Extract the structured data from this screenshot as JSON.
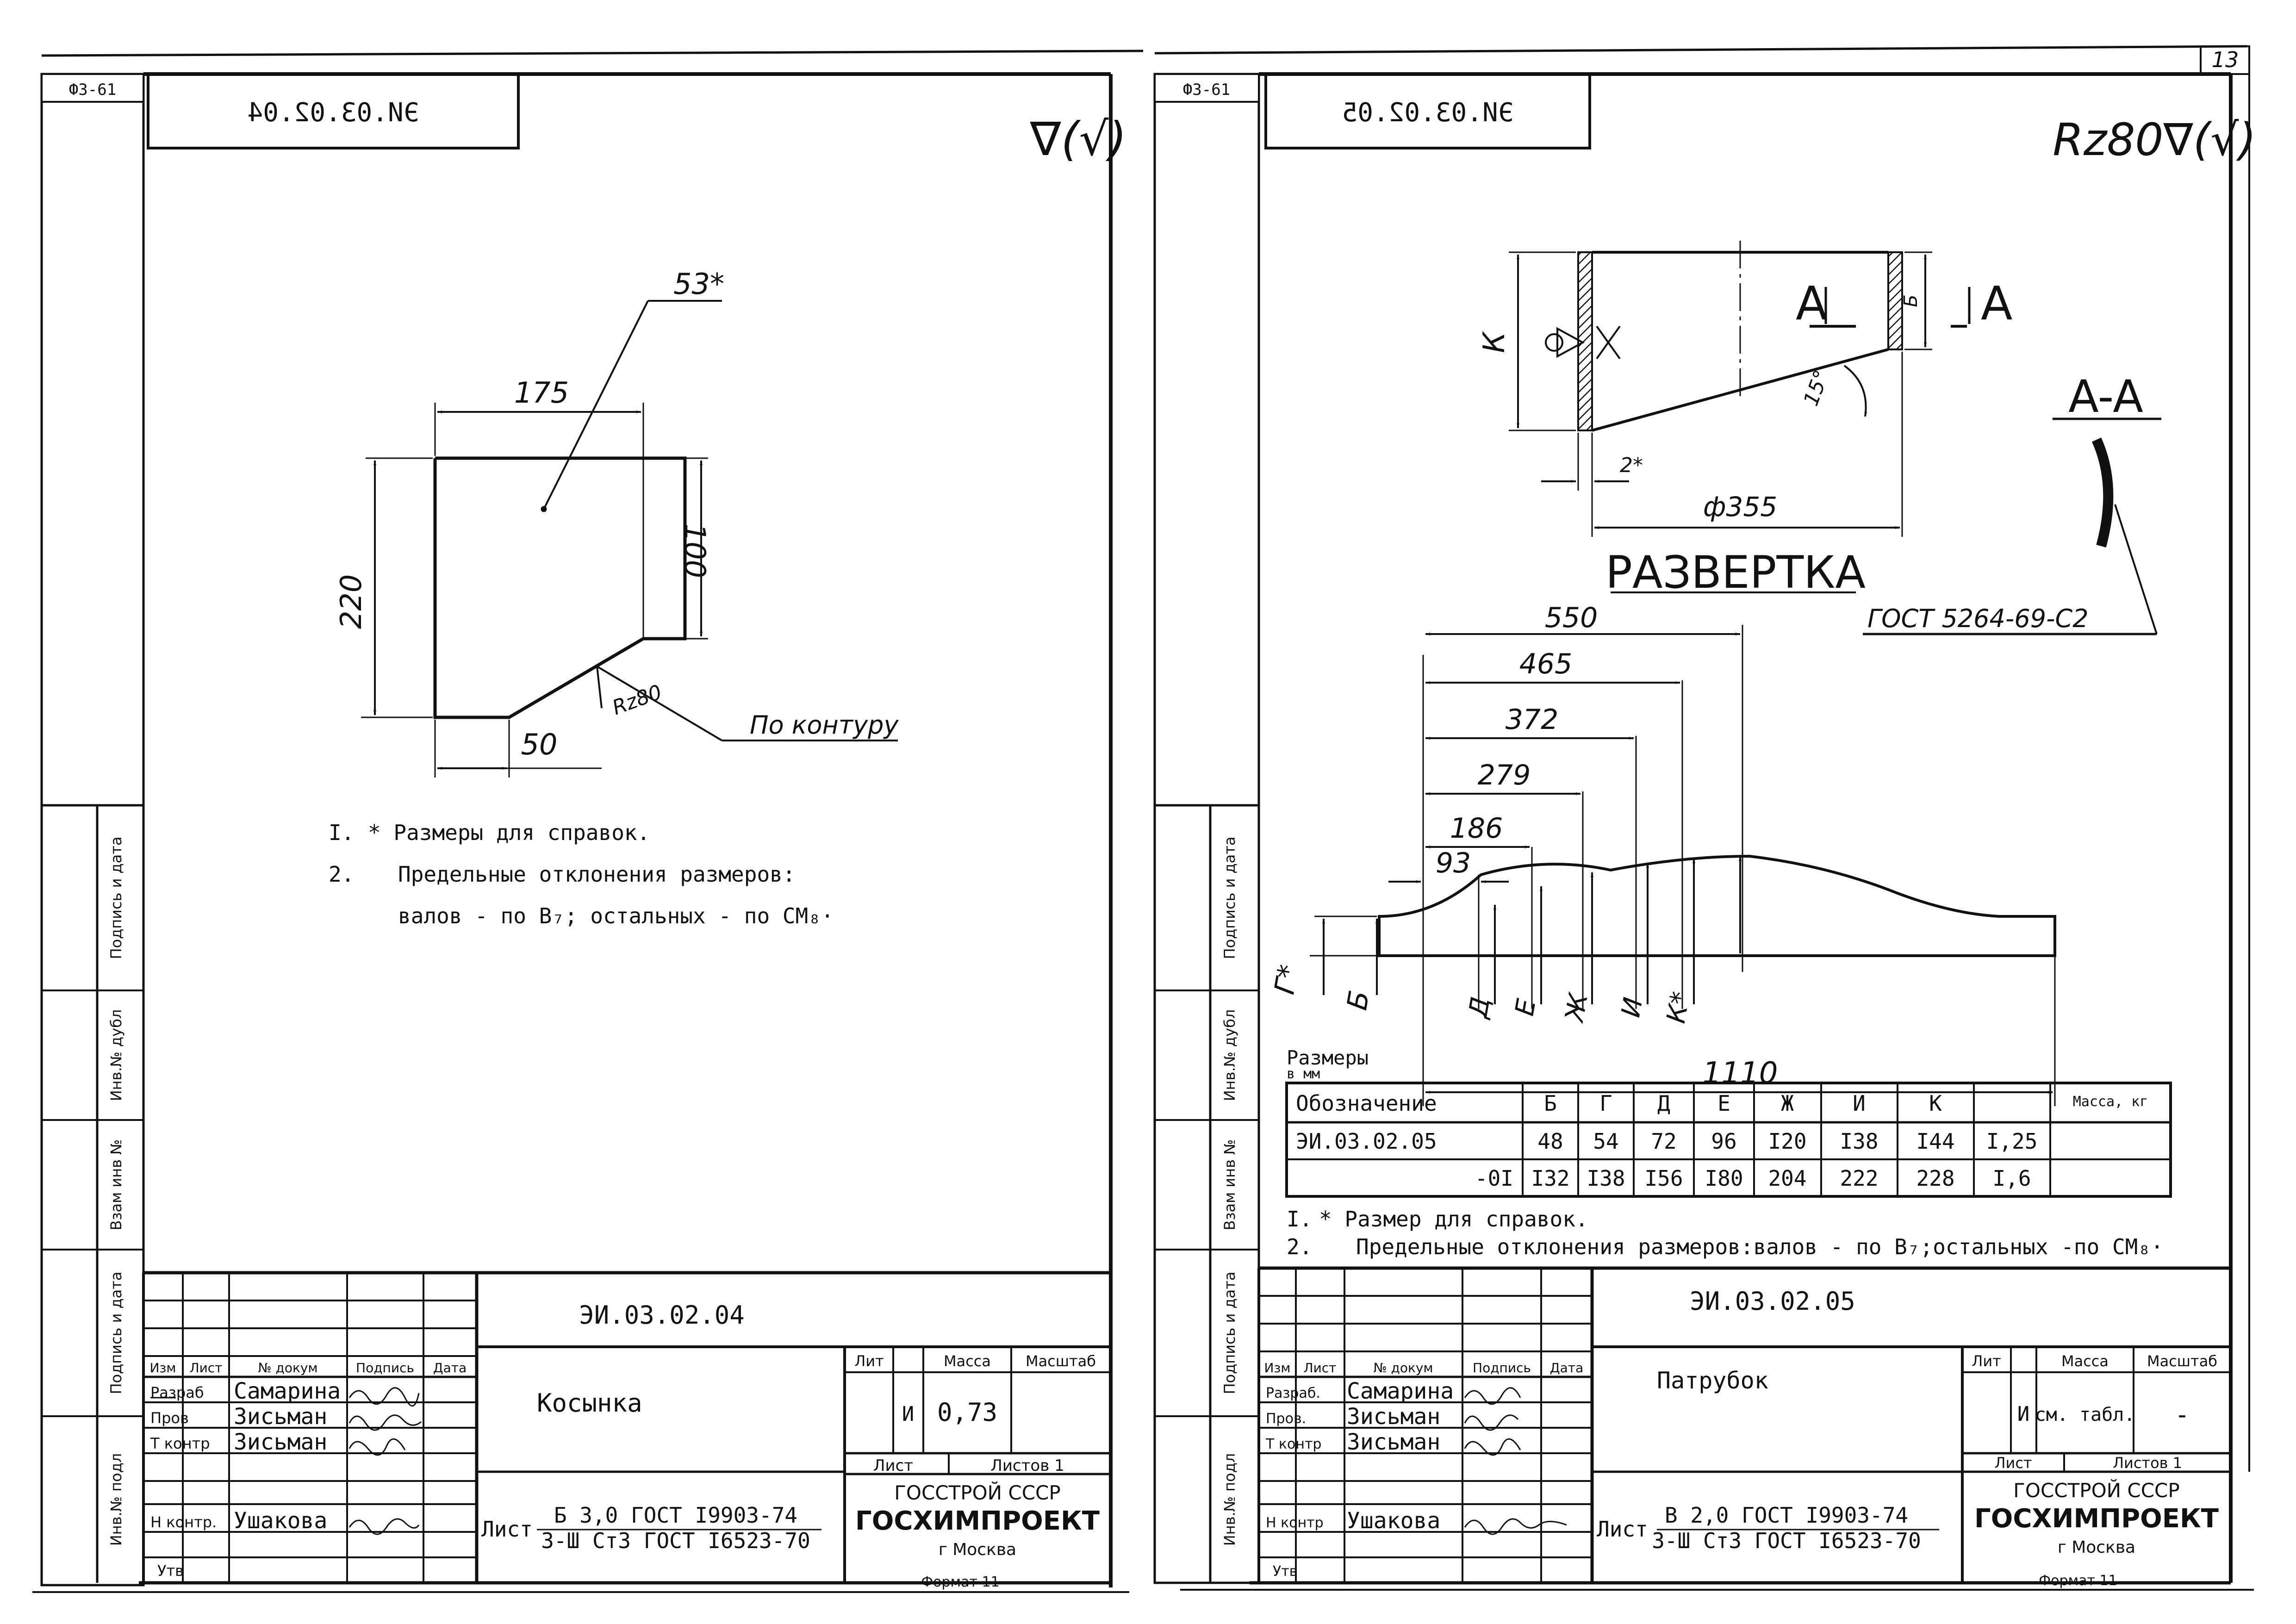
{
  "page_number": "13",
  "format_code_left": "Ф3-61",
  "format_code_right": "Ф3-61",
  "side_labels": [
    "Подпись и дата",
    "Инв.№ дубл",
    "Взам инв №",
    "Подпись и дата",
    "Инв.№ подл"
  ],
  "left_sheet": {
    "mirrored_code": "ЭИ.03.02.04",
    "roughness": "∇(√)",
    "dims": {
      "d175": "175",
      "d220": "220",
      "d100": "100",
      "d50": "50",
      "d53": "53*",
      "rz": "Rz80",
      "contour": "По контуру"
    },
    "notes": [
      {
        "num": "I.",
        "text": "* Размеры для справок."
      },
      {
        "num": "2.",
        "text": "Предельные отклонения размеров:"
      },
      {
        "num": "",
        "text": "валов - по B₇;  остальных - по CM₈·"
      }
    ],
    "title_block": {
      "designation": "ЭИ.03.02.04",
      "part_name": "Косынка",
      "col_headers": [
        "Изм",
        "Лист",
        "№ докум",
        "Подпись",
        "Дата"
      ],
      "roles": [
        "Разраб",
        "Пров",
        "Т контр",
        "",
        "Н контр.",
        "Утв"
      ],
      "names": [
        "Самарина",
        "Зисьман",
        "Зисьман",
        "",
        "Ушакова",
        ""
      ],
      "lit_label": "Лит",
      "lit": "И",
      "mass_label": "Масса",
      "mass": "0,73",
      "scale_label": "Масштаб",
      "scale": "",
      "sheet_label": "Лист",
      "sheets_label": "Листов 1",
      "material_prefix": "Лист",
      "material_top": "Б 3,0 ГОСТ I9903-74",
      "material_bottom": "3-Ш Ст3 ГОСТ I6523-70",
      "org1": "ГОССТРОЙ СССР",
      "org2": "ГОСХИМПРОЕКТ",
      "city": "г Москва",
      "format": "Формат 11"
    }
  },
  "right_sheet": {
    "mirrored_code": "ЭИ.03.02.05",
    "roughness": "Rz80∇(√)",
    "section_label_a": "A",
    "section_title": "A-A",
    "dims_top": {
      "k": "К",
      "b": "Б",
      "angle": "15°",
      "d2": "2*",
      "d355": "ф355"
    },
    "razvertka": "РАЗВЕРТКА",
    "gost_mark": "ГОСТ 5264-69-С2",
    "dims_dev": {
      "d550": "550",
      "d465": "465",
      "d372": "372",
      "d279": "279",
      "d186": "186",
      "d93": "93",
      "d1110": "1110"
    },
    "letters": [
      "Г*",
      "Б",
      "Д",
      "Е",
      "Ж",
      "И",
      "К*"
    ],
    "sizes_caption": "Размеры",
    "sizes_caption2": "в мм",
    "table": {
      "headers": [
        "Обозначение",
        "Б",
        "Г",
        "Д",
        "Е",
        "Ж",
        "И",
        "К",
        "Масса, кг"
      ],
      "rows": [
        [
          "ЭИ.03.02.05",
          "48",
          "54",
          "72",
          "96",
          "I20",
          "I38",
          "I44",
          "I,25"
        ],
        [
          "-0I",
          "I32",
          "I38",
          "I56",
          "I80",
          "204",
          "222",
          "228",
          "I,6"
        ]
      ]
    },
    "notes": [
      {
        "num": "I.",
        "text": "* Размер для справок."
      },
      {
        "num": "2.",
        "text": "Предельные отклонения размеров:валов - по B₇;остальных -по CM₈·"
      }
    ],
    "title_block": {
      "designation": "ЭИ.03.02.05",
      "part_name": "Патрубок",
      "col_headers": [
        "Изм",
        "Лист",
        "№ докум",
        "Подпись",
        "Дата"
      ],
      "roles": [
        "Разраб.",
        "Пров.",
        "Т контр",
        "",
        "Н контр",
        "Утв"
      ],
      "names": [
        "Самарина",
        "Зисьман",
        "Зисьман",
        "",
        "Ушакова",
        ""
      ],
      "lit_label": "Лит",
      "lit": "И",
      "mass_label": "Масса",
      "mass": "см. табл.",
      "scale_label": "Масштаб",
      "scale": "-",
      "sheet_label": "Лист",
      "sheets_label": "Листов 1",
      "material_prefix": "Лист",
      "material_top": "В 2,0 ГОСТ I9903-74",
      "material_bottom": "3-Ш Ст3 ГОСТ I6523-70",
      "org1": "ГОССТРОЙ СССР",
      "org2": "ГОСХИМПРОЕКТ",
      "city": "г Москва",
      "format": "Формат 11"
    }
  }
}
